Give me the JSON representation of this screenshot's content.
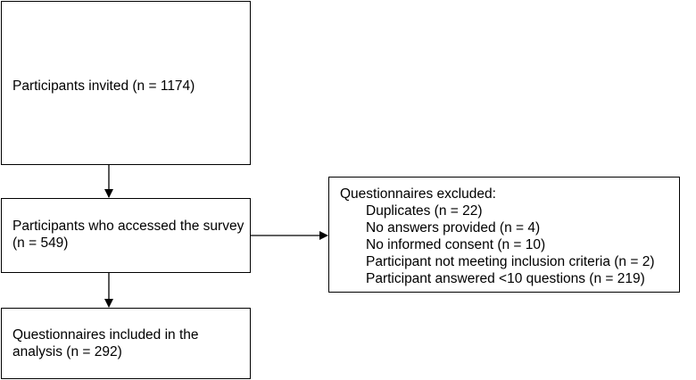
{
  "boxes": {
    "invited": "Participants invited (n = 1174)",
    "accessed": "Participants who accessed the survey (n = 549)",
    "included": "Questionnaires included in the analysis (n = 292)",
    "excluded": {
      "title": "Questionnaires excluded:",
      "items": [
        "Duplicates (n = 22)",
        "No answers provided (n = 4)",
        "No informed consent (n = 10)",
        "Participant not meeting inclusion criteria (n = 2)",
        "Participant answered <10 questions (n = 219)"
      ]
    }
  }
}
